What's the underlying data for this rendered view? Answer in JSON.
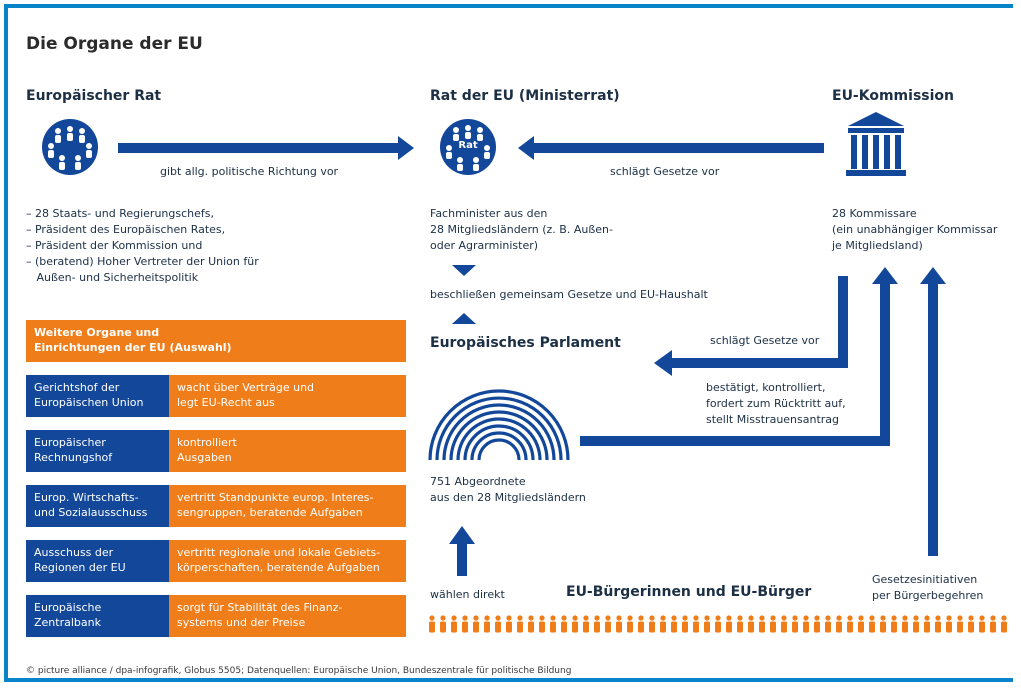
{
  "title": "Die Organe der EU",
  "council_eu": {
    "heading": "Europäischer Rat",
    "arrow_label": "gibt allg. politische Richtung vor",
    "members": [
      "– 28 Staats- und Regierungschefs,",
      "– Präsident des Europäischen Rates,",
      "– Präsident der Kommission und",
      "– (beratend) Hoher Vertreter der Union für",
      "   Außen- und Sicherheitspolitik"
    ]
  },
  "council_ministers": {
    "heading": "Rat der EU (Ministerrat)",
    "icon_label": "Rat",
    "members": [
      "Fachminister aus den",
      "28 Mitgliedsländern (z. B. Außen-",
      "oder Agrarminister)"
    ],
    "joint_label": "beschließen gemeinsam Gesetze und EU-Haushalt"
  },
  "commission": {
    "heading": "EU-Kommission",
    "arrow_label": "schlägt Gesetze vor",
    "members": [
      "28 Kommissare",
      "(ein unabhängiger Kommissar",
      "je Mitgliedsland)"
    ]
  },
  "parliament": {
    "heading": "Europäisches Parlament",
    "arrow_label": "schlägt Gesetze vor",
    "control_label": [
      "bestätigt, kontrolliert,",
      "fordert zum Rücktritt auf,",
      "stellt Misstrauensantrag"
    ],
    "members": [
      "751 Abgeordnete",
      "aus den 28 Mitgliedsländern"
    ]
  },
  "citizens": {
    "heading": "EU-Bürgerinnen und EU-Bürger",
    "elect_label": "wählen direkt",
    "initiative_label": [
      "Gesetzesinitiativen",
      "per Bürgerbegehren"
    ]
  },
  "other_organs": {
    "heading": [
      "Weitere Organe und",
      "Einrichtungen der EU (Auswahl)"
    ],
    "rows": [
      {
        "name": [
          "Gerichtshof der",
          "Europäischen Union"
        ],
        "task": [
          "wacht über Verträge und",
          "legt EU-Recht aus"
        ]
      },
      {
        "name": [
          "Europäischer",
          "Rechnungshof"
        ],
        "task": [
          "kontrolliert",
          "Ausgaben"
        ]
      },
      {
        "name": [
          "Europ. Wirtschafts-",
          "und Sozialausschuss"
        ],
        "task": [
          "vertritt Standpunkte europ. Interes-",
          "sengruppen, beratende Aufgaben"
        ]
      },
      {
        "name": [
          "Ausschuss der",
          "Regionen der EU"
        ],
        "task": [
          "vertritt regionale und lokale Gebiets-",
          "körperschaften, beratende Aufgaben"
        ]
      },
      {
        "name": [
          "Europäische",
          "Zentralbank"
        ],
        "task": [
          "sorgt für Stabilität des Finanz-",
          "systems und der Preise"
        ]
      }
    ]
  },
  "credit": "© picture alliance / dpa-infografik, Globus 5505; Datenquellen: Europäische Union, Bundeszentrale für politische Bildung",
  "colors": {
    "navy": "#12479a",
    "orange": "#ef7d1a",
    "frame": "#0a84c8",
    "text": "#1c2f44"
  }
}
